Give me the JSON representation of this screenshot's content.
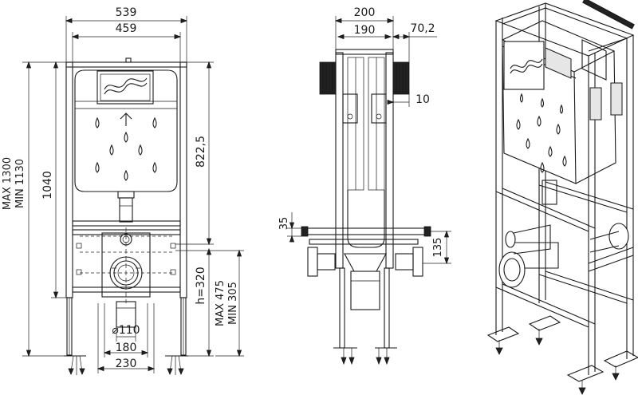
{
  "front_view": {
    "width_overall": "539",
    "width_inner": "459",
    "height_total": "1040",
    "height_range_max": "MAX 1300",
    "height_range_min": "MIN 1130",
    "cistern_height": "822,5",
    "drain_height": "h=320",
    "drain_range_max": "MAX 475",
    "drain_range_min": "MIN 305",
    "pipe_diameter": "⌀110",
    "drain_spacing": "180",
    "drain_width": "230"
  },
  "side_view": {
    "depth_overall": "200",
    "depth_inner": "190",
    "bracket_offset": "70,2",
    "bracket_gap": "10",
    "pipe_height": "35",
    "bracket_height": "135"
  },
  "icons": {
    "logo": "flush-logo-icon",
    "drop": "water-drop-icon",
    "arrow": "up-arrow-icon"
  }
}
